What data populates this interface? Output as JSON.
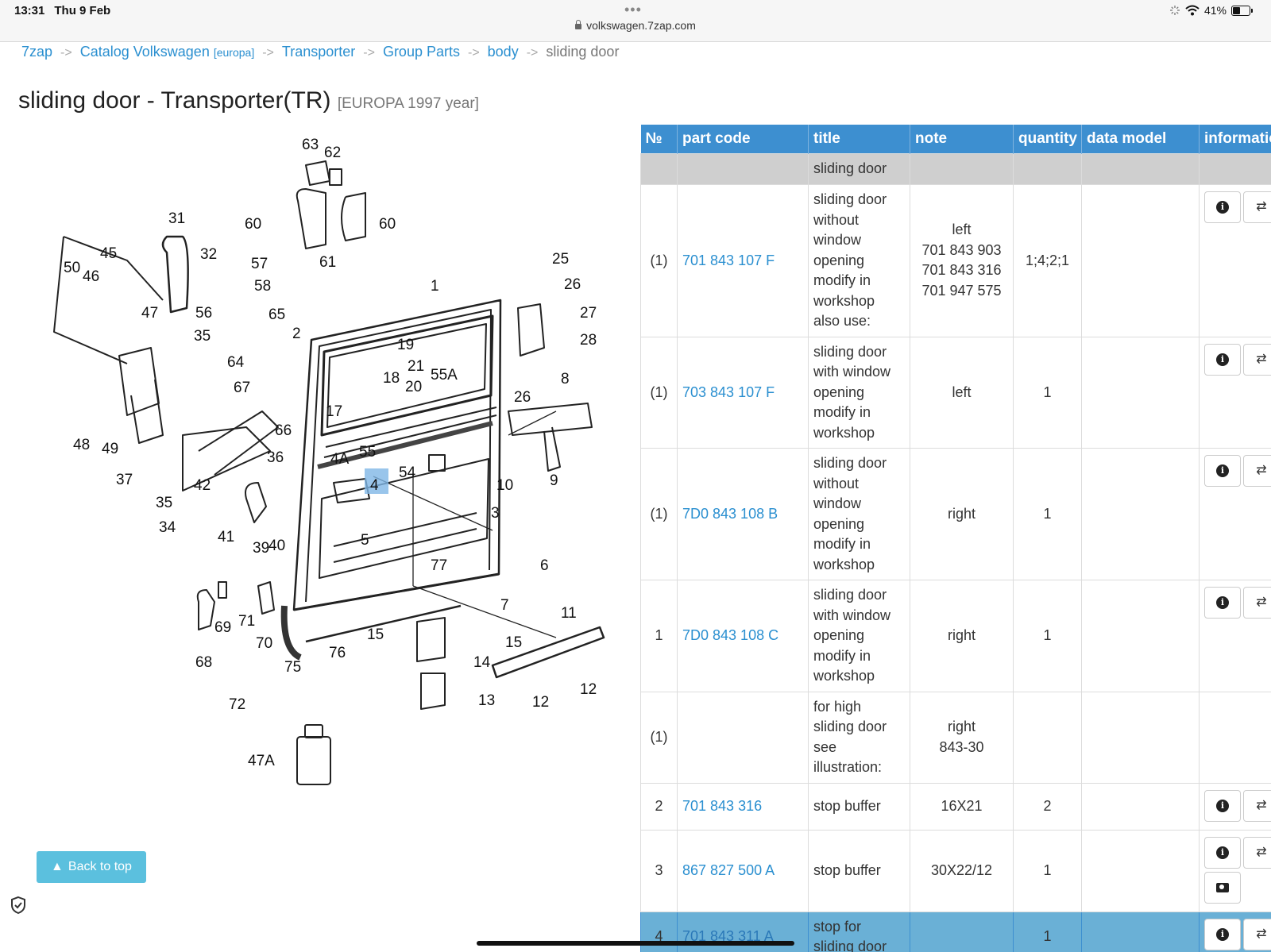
{
  "status": {
    "time": "13:31",
    "date": "Thu 9 Feb",
    "url": "volkswagen.7zap.com",
    "battery": "41%",
    "battery_level": 0.41
  },
  "breadcrumb": {
    "items": [
      {
        "label": "7zap"
      },
      {
        "label": "Catalog Volkswagen",
        "suffix": "[europa]"
      },
      {
        "label": "Transporter"
      },
      {
        "label": "Group Parts"
      },
      {
        "label": "body"
      }
    ],
    "current": "sliding door",
    "separator": "->"
  },
  "title": {
    "main": "sliding door - Transporter(TR)",
    "sub": "[EUROPA 1997 year]"
  },
  "diagram": {
    "labels": [
      "63",
      "62",
      "31",
      "60",
      "60",
      "61",
      "45",
      "50",
      "46",
      "32",
      "57",
      "58",
      "47",
      "25",
      "26",
      "1",
      "56",
      "65",
      "27",
      "28",
      "35",
      "2",
      "19",
      "64",
      "21",
      "18",
      "20",
      "55A",
      "8",
      "67",
      "17",
      "26",
      "48",
      "49",
      "36",
      "66",
      "55",
      "4A",
      "54",
      "10",
      "9",
      "37",
      "42",
      "4",
      "3",
      "35",
      "34",
      "41",
      "39",
      "40",
      "5",
      "77",
      "6",
      "7",
      "11",
      "69",
      "71",
      "70",
      "68",
      "75",
      "76",
      "15",
      "15",
      "14",
      "12",
      "12",
      "72",
      "13",
      "47A"
    ],
    "highlight": "4"
  },
  "back_to_top": "Back to top",
  "table": {
    "headers": [
      "№",
      "part code",
      "title",
      "note",
      "quantity",
      "data model",
      "informatio"
    ],
    "section": "sliding door",
    "rows": [
      {
        "num": "(1)",
        "code": "701 843 107 F",
        "title": "sliding door without window opening modify in workshop also use:",
        "note": "left\n701 843 903\n701 843 316\n701 947 575",
        "qty": "1;4;2;1",
        "buttons": [
          "info",
          "swap"
        ]
      },
      {
        "num": "(1)",
        "code": "703 843 107 F",
        "title": "sliding door with window opening modify in workshop",
        "note": "left",
        "qty": "1",
        "buttons": [
          "info",
          "swap"
        ]
      },
      {
        "num": "(1)",
        "code": "7D0 843 108 B",
        "title": "sliding door without window opening modify in workshop",
        "note": "right",
        "qty": "1",
        "buttons": [
          "info",
          "swap"
        ]
      },
      {
        "num": "1",
        "code": "7D0 843 108 C",
        "title": "sliding door with window opening modify in workshop",
        "note": "right",
        "qty": "1",
        "buttons": [
          "info",
          "swap"
        ]
      },
      {
        "num": "(1)",
        "code": "",
        "title": "for high sliding door see illustration:",
        "note": "right\n843-30",
        "qty": "",
        "buttons": []
      },
      {
        "num": "2",
        "code": "701 843 316",
        "title": "stop buffer",
        "note": "16X21",
        "qty": "2",
        "buttons": [
          "info",
          "swap"
        ]
      },
      {
        "num": "3",
        "code": "867 827 500 A",
        "title": "stop buffer",
        "note": "30X22/12",
        "qty": "1",
        "buttons": [
          "info",
          "swap",
          "camera"
        ]
      },
      {
        "num": "4",
        "code": "701 843 311 A",
        "title": "stop for sliding door",
        "note": "",
        "qty": "1",
        "buttons": [
          "info",
          "swap"
        ],
        "highlight": true
      }
    ]
  }
}
